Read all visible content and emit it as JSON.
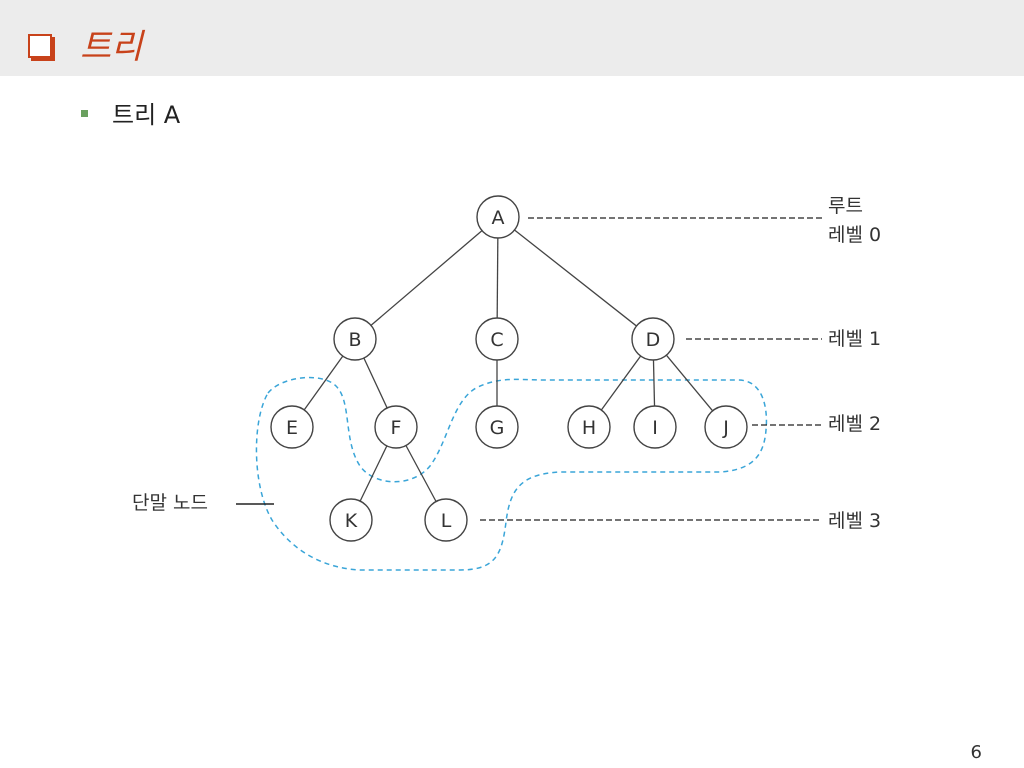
{
  "slide": {
    "title": "트리",
    "bullet": "트리 A",
    "page_number": "6"
  },
  "colors": {
    "accent": "#c8421a",
    "bullet": "#6aa05f",
    "terminal_outline": "#3aa5d8",
    "node_stroke": "#444444"
  },
  "tree": {
    "nodes": [
      {
        "id": "A",
        "label": "A",
        "level": 0
      },
      {
        "id": "B",
        "label": "B",
        "level": 1
      },
      {
        "id": "C",
        "label": "C",
        "level": 1
      },
      {
        "id": "D",
        "label": "D",
        "level": 1
      },
      {
        "id": "E",
        "label": "E",
        "level": 2
      },
      {
        "id": "F",
        "label": "F",
        "level": 2
      },
      {
        "id": "G",
        "label": "G",
        "level": 2
      },
      {
        "id": "H",
        "label": "H",
        "level": 2
      },
      {
        "id": "I",
        "label": "I",
        "level": 2
      },
      {
        "id": "J",
        "label": "J",
        "level": 2
      },
      {
        "id": "K",
        "label": "K",
        "level": 3
      },
      {
        "id": "L",
        "label": "L",
        "level": 3
      }
    ],
    "edges": [
      [
        "A",
        "B"
      ],
      [
        "A",
        "C"
      ],
      [
        "A",
        "D"
      ],
      [
        "B",
        "E"
      ],
      [
        "B",
        "F"
      ],
      [
        "C",
        "G"
      ],
      [
        "D",
        "H"
      ],
      [
        "D",
        "I"
      ],
      [
        "D",
        "J"
      ],
      [
        "F",
        "K"
      ],
      [
        "F",
        "L"
      ]
    ],
    "terminal_nodes": [
      "E",
      "K",
      "L",
      "G",
      "H",
      "I",
      "J"
    ]
  },
  "annotations": {
    "root": "루트",
    "level0": "레벨 0",
    "level1": "레벨 1",
    "level2": "레벨 2",
    "level3": "레벨 3",
    "terminal": "단말 노드"
  }
}
